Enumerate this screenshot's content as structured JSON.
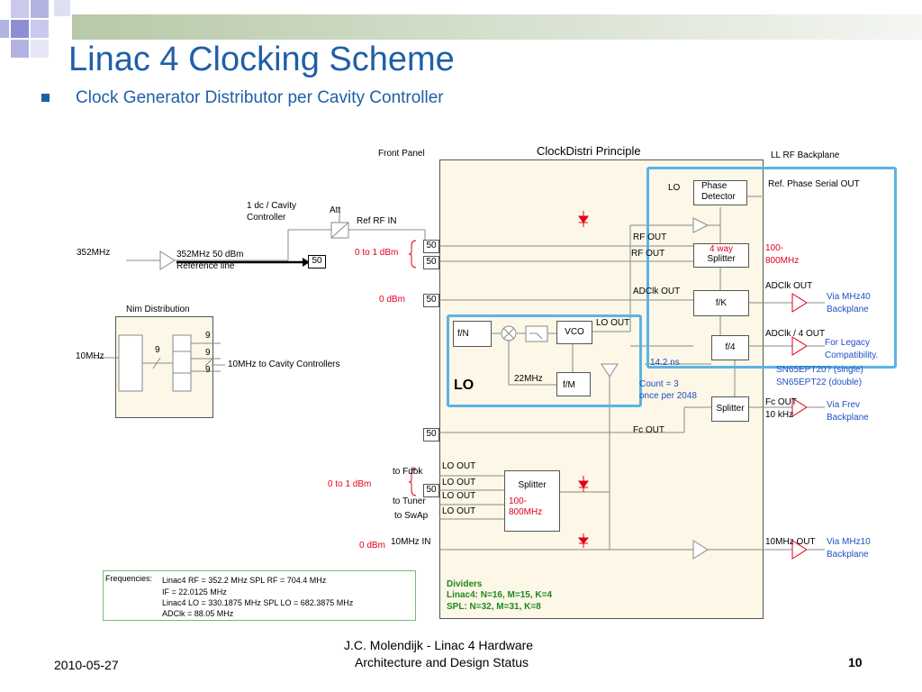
{
  "slide": {
    "title": "Linac 4 Clocking Scheme",
    "bullet": "Clock Generator Distributor per Cavity Controller",
    "footer_date": "2010-05-27",
    "footer_center_line1": "J.C.  Molendijk - Linac 4 Hardware",
    "footer_center_line2": "Architecture and Design Status",
    "page_number": "10"
  },
  "diagram": {
    "header_principle": "ClockDistri Principle",
    "header_front_panel": "Front Panel",
    "header_backplane": "LL RF Backplane",
    "input_352": "352MHz",
    "ref_line_1": "352MHz 50 dBm",
    "ref_line_2": "Reference line",
    "dc_cavity_1": "1 dc / Cavity",
    "dc_cavity_2": "Controller",
    "att": "Att",
    "ref_rf_in": "Ref RF IN",
    "term_50": "50",
    "range_0_1": "0 to 1 dBm",
    "zero_dbm": "0 dBm",
    "nim_title": "Nim Distribution",
    "input_10mhz": "10MHz",
    "nine": "9",
    "to_cavity": "10MHz to Cavity Controllers",
    "lo_label": "LO",
    "phase_detector_1": "Phase",
    "phase_detector_2": "Detector",
    "ref_phase_out": "Ref. Phase Serial OUT",
    "rf_out": "RF OUT",
    "four_way": "4 way",
    "splitter": "Splitter",
    "freq_range_1": "100-",
    "freq_range_2": "800MHz",
    "adclk_out": "ADClk OUT",
    "fk": "f/K",
    "via_mhz40_1": "Via MHz40",
    "via_mhz40_2": "Backplane",
    "fn": "f/N",
    "vco": "VCO",
    "lo_out": "LO OUT",
    "f4": "f/4",
    "adclk_4_out": "ADClk / 4  OUT",
    "legacy_1": "For Legacy",
    "legacy_2": "Compatibility.",
    "ns_label": "14.2 ns",
    "sn_single": "SN65EPT20? (single)",
    "sn_double": "SN65EPT22 (double)",
    "lo_big": "LO",
    "mhz22": "22MHz",
    "fm": "f/M",
    "count_1": "Count = 3",
    "count_2": "once per 2048",
    "fc_out": "Fc OUT",
    "khz10": "10 kHz",
    "via_frev_1": "Via Frev",
    "via_frev_2": "Backplane",
    "to_fdbk": "to Fdbk",
    "to_tuner": "to Tuner",
    "to_swap": "to SwAp",
    "mhz10_in": "10MHz IN",
    "mhz10_out": "10MHz OUT",
    "via_mhz10_1": "Via MHz10",
    "via_mhz10_2": "Backplane",
    "freq_label": "Frequencies:",
    "freq_line1": "Linac4 RF = 352.2   MHz SPL RF = 704.4   MHz",
    "freq_line2": "IF            = 22.0125   MHz",
    "freq_line3": "Linac4 LO = 330.1875 MHz    SPL LO = 682.3875 MHz",
    "freq_line4": "ADClk       = 88.05       MHz",
    "dividers_title": "Dividers",
    "dividers_line1": "Linac4: N=16, M=15, K=4",
    "dividers_line2": "SPL:      N=32, M=31, K=8"
  },
  "colors": {
    "title_blue": "#1f5fa8",
    "highlight_blue": "#5ab4e6",
    "red": "#e0001b",
    "green": "#1c8a1c",
    "cream": "#fcf7e6"
  }
}
